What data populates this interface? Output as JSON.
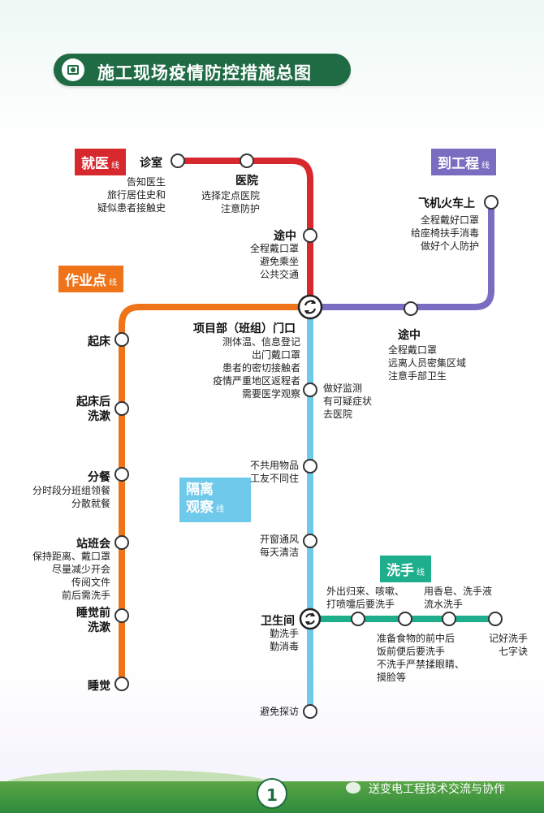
{
  "title": "施工现场疫情防控措施总图",
  "colors": {
    "red": "#d7282e",
    "purple": "#7a6cc0",
    "orange": "#ef7318",
    "blue": "#6fc9ea",
    "green": "#1fae8c",
    "title_bg": "#1f6b43"
  },
  "lines": {
    "red": {
      "name": "就医",
      "suffix": "线"
    },
    "purple": {
      "name": "到工程",
      "suffix": "线"
    },
    "orange": {
      "name": "作业点",
      "suffix": "线"
    },
    "blue": {
      "name": "隔离\n观察",
      "suffix": "线"
    },
    "green": {
      "name": "洗手",
      "suffix": "线"
    }
  },
  "stops": {
    "zhenshi": {
      "name": "诊室",
      "notes": "告知医生\n旅行居住史和\n疑似患者接触史"
    },
    "yiyuan": {
      "name": "医院",
      "notes": "选择定点医院\n注意防护"
    },
    "tuzhong_red": {
      "name": "途中",
      "notes": "全程戴口罩\n避免乘坐\n公共交通"
    },
    "feiji": {
      "name": "飞机火车上",
      "notes": "全程戴好口罩\n给座椅扶手消毒\n做好个人防护"
    },
    "tuzhong_purple": {
      "name": "途中",
      "notes": "全程戴口罩\n远离人员密集区域\n注意手部卫生"
    },
    "menkou": {
      "name": "项目部（班组）门口",
      "notes": "测体温、信息登记\n出门戴口罩\n患者的密切接触者\n疫情严重地区返程者\n需要医学观察"
    },
    "jiance": {
      "notes": "做好监测\n有可疑症状\n去医院"
    },
    "bugongyong": {
      "notes": "不共用物品\n工友不同住"
    },
    "kaichuang": {
      "notes": "开窗通风\n每天清洁"
    },
    "weishengjian": {
      "name": "卫生间",
      "notes": "勤洗手\n勤消毒"
    },
    "tanfang": {
      "notes": "避免探访"
    },
    "qichuang": {
      "name": "起床"
    },
    "qichuanghou": {
      "name": "起床后\n洗漱"
    },
    "fencan": {
      "name": "分餐",
      "notes": "分时段分班组领餐\n分散就餐"
    },
    "zhanbanhui": {
      "name": "站班会",
      "notes": "保持距离、戴口罩\n尽量减少开会\n传阅文件\n前后需洗手"
    },
    "shuijiaoqian": {
      "name": "睡觉前\n洗漱"
    },
    "shuijiao": {
      "name": "睡觉"
    },
    "waichu": {
      "notes": "外出归来、咳嗽、\n打喷嚏后要洗手"
    },
    "xiangzao": {
      "notes": "用香皂、洗手液\n流水洗手"
    },
    "zhunbei": {
      "notes": "准备食物的前中后\n饭前便后要洗手\n不洗手严禁揉眼睛、\n摸脸等"
    },
    "qizijue": {
      "notes": "记好洗手\n七字诀"
    }
  },
  "footer": {
    "page": "1",
    "watermark": "送变电工程技术交流与协作"
  }
}
